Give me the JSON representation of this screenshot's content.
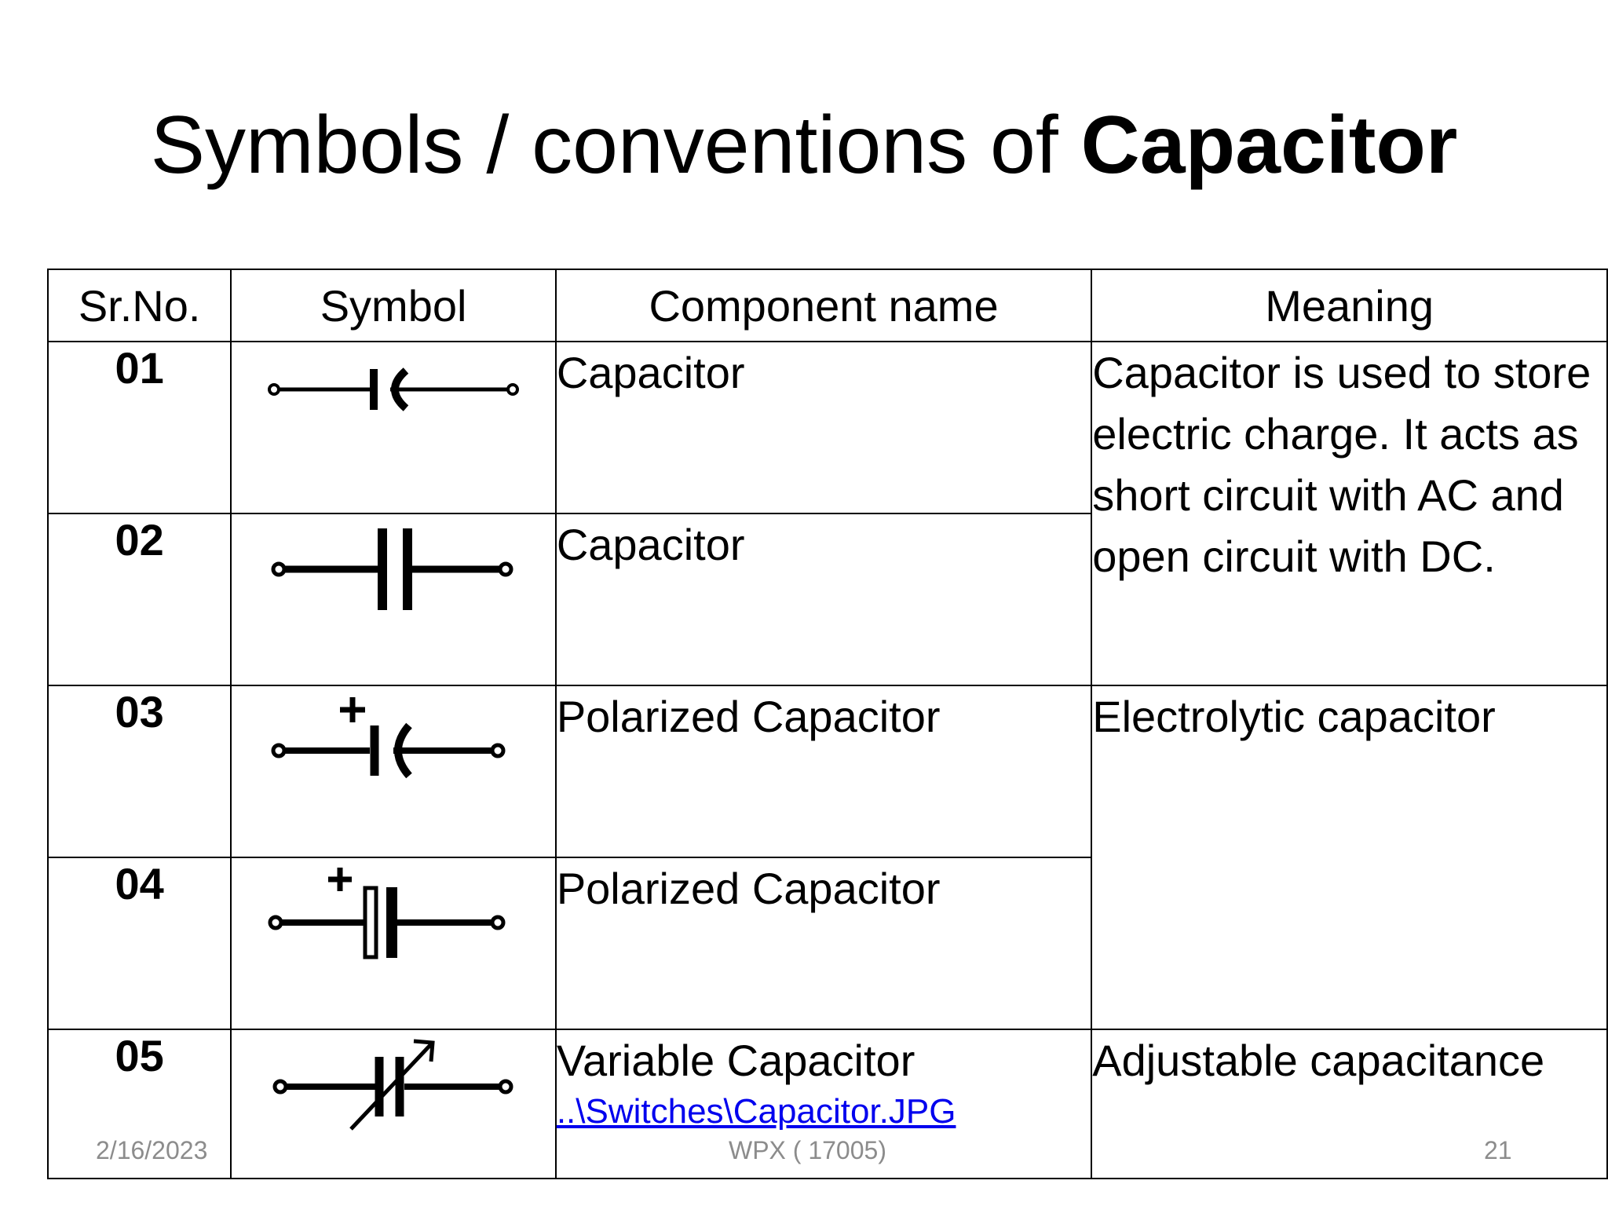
{
  "slide": {
    "title_prefix": "Symbols / conventions of ",
    "title_bold": "Capacitor"
  },
  "table": {
    "headers": [
      "Sr.No.",
      "Symbol",
      "Component name",
      "Meaning"
    ],
    "rows": [
      {
        "sr": "01",
        "symbol_icon": "capacitor-curved-plate-icon",
        "name": "Capacitor"
      },
      {
        "sr": "02",
        "symbol_icon": "capacitor-parallel-plates-icon",
        "name": "Capacitor"
      },
      {
        "sr": "03",
        "symbol_icon": "polarized-capacitor-curved-icon",
        "name": "Polarized Capacitor"
      },
      {
        "sr": "04",
        "symbol_icon": "polarized-capacitor-box-icon",
        "name": "Polarized Capacitor"
      },
      {
        "sr": "05",
        "symbol_icon": "variable-capacitor-icon",
        "name": "Variable Capacitor",
        "link": "..\\Switches\\Capacitor.JPG"
      }
    ],
    "meanings": {
      "capacitor": "Capacitor is used to store electric charge. It acts as short circuit with AC and open circuit with DC.",
      "polarized": "Electrolytic capacitor",
      "variable": "Adjustable capacitance"
    }
  },
  "footer": {
    "date": "2/16/2023",
    "center": "WPX ( 17005)",
    "page": "21"
  }
}
